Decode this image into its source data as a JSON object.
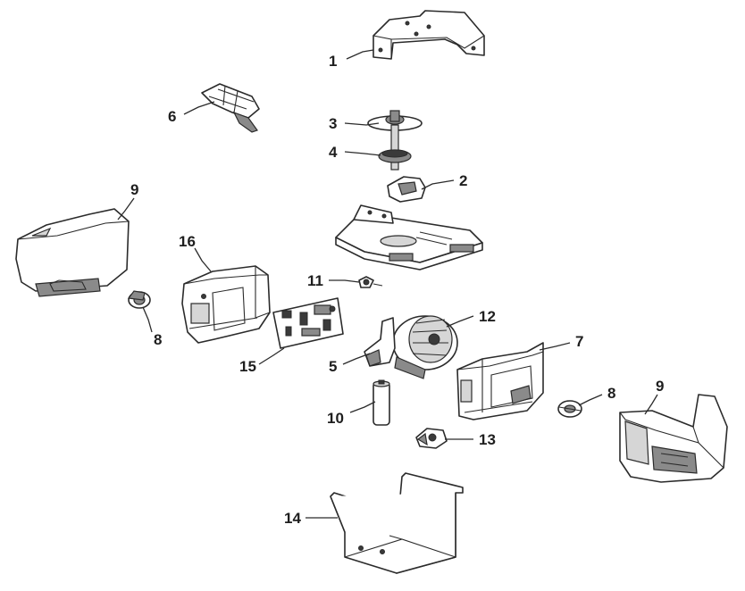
{
  "callouts": {
    "c1": "1",
    "c2": "2",
    "c3": "3",
    "c4": "4",
    "c5": "5",
    "c6": "6",
    "c7": "7",
    "c8a": "8",
    "c8b": "8",
    "c9a": "9",
    "c9b": "9",
    "c10": "10",
    "c11": "11",
    "c12": "12",
    "c13": "13",
    "c14": "14",
    "c15": "15",
    "c16": "16"
  }
}
